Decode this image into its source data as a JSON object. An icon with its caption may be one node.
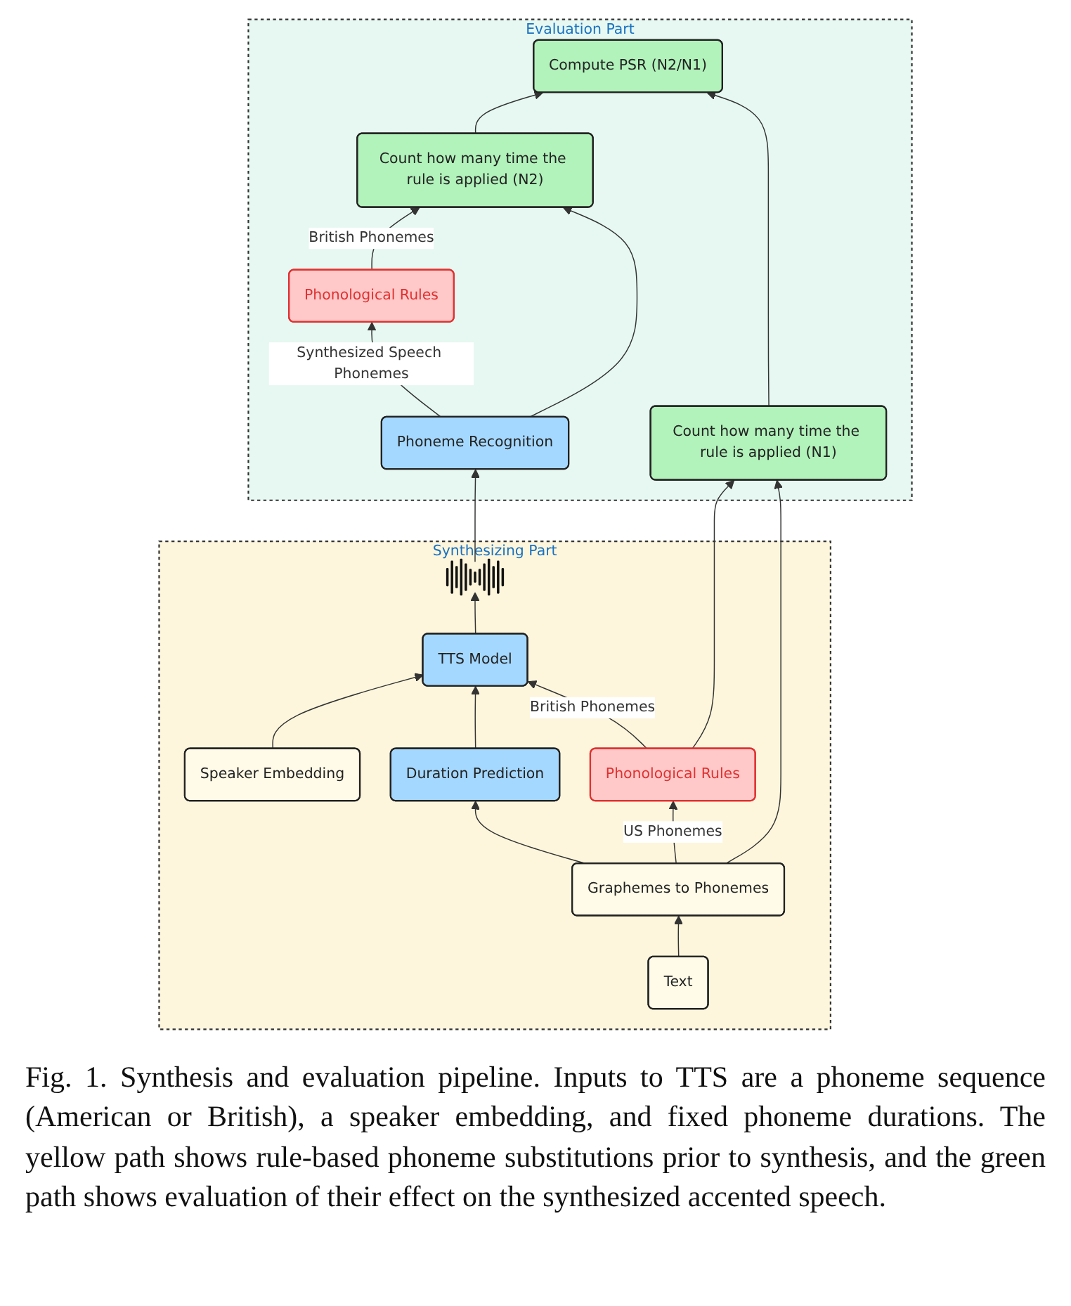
{
  "diagram": {
    "caption": "Fig. 1. Synthesis and evaluation pipeline. Inputs to TTS are a phoneme sequence (American or British), a speaker embedding, and fixed phoneme durations. The yellow path shows rule-based phoneme substitutions prior to synthesis, and the green path shows evaluation of their effect on the synthesized accented speech.",
    "nodes": [
      {
        "text": [
          "Evaluation Part"
        ]
      },
      {
        "text": [
          "Synthesizing Part"
        ]
      },
      {
        "text": [
          "Phonological Rules"
        ],
        "in": 0
      },
      {
        "text": [
          "Count how many time the rule is applied (N2)"
        ],
        "in": 0
      },
      {
        "text": [
          "Phoneme Recognition"
        ],
        "in": 0
      },
      {
        "text": [
          "Compute PSR (N2/N1)"
        ],
        "in": 0
      },
      {
        "text": [
          "Speaker Embedding"
        ],
        "in": 1
      },
      {
        "text": [],
        "shape": "picture",
        "in": 1
      },
      {
        "text": [
          "TTS Model"
        ],
        "in": 1
      },
      {
        "text": [
          "Count how many time the rule is applied (N1)"
        ],
        "in": 0
      },
      {
        "text": [
          "Duration Prediction"
        ],
        "in": 1
      },
      {
        "text": [
          "Phonological Rules"
        ],
        "in": 1
      },
      {
        "text": [
          "Graphemes to Phonemes"
        ],
        "in": 1
      },
      {
        "text": [
          "Text"
        ],
        "in": 1
      }
    ],
    "edges": [
      {
        "from": 13,
        "to": 12,
        "arrow": "to"
      },
      {
        "from": 12,
        "to": 10,
        "arrow": "to"
      },
      {
        "from": 12,
        "to": 11,
        "arrow": "to",
        "label": "US Phonemes"
      },
      {
        "from": 12,
        "to": 9,
        "arrow": "to"
      },
      {
        "from": 11,
        "to": 8,
        "arrow": "to",
        "label": "British Phonemes"
      },
      {
        "from": 11,
        "to": 9,
        "arrow": "to"
      },
      {
        "from": 6,
        "to": 8,
        "arrow": "to"
      },
      {
        "from": 10,
        "to": 8,
        "arrow": "to"
      },
      {
        "from": 8,
        "to": 7,
        "arrow": "to"
      },
      {
        "from": 7,
        "to": 4,
        "arrow": "to"
      },
      {
        "from": 4,
        "to": 2,
        "arrow": "to",
        "label": "Synthesized Speech Phonemes"
      },
      {
        "from": 4,
        "to": 3,
        "arrow": "to"
      },
      {
        "from": 2,
        "to": 3,
        "arrow": "to",
        "label": "British Phonemes"
      },
      {
        "from": 3,
        "to": 5,
        "arrow": "to"
      },
      {
        "from": 9,
        "to": 5,
        "arrow": "to"
      }
    ]
  }
}
